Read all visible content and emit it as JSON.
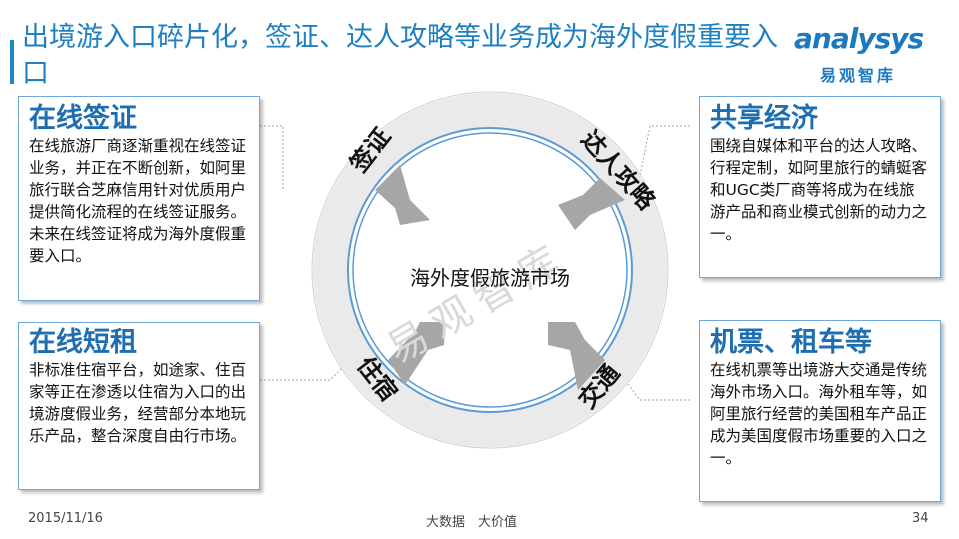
{
  "title": "出境游入口碎片化，签证、达人攻略等业务成为海外度假重要入口",
  "logo": {
    "main": "analysys",
    "sub": "易观智库"
  },
  "center_label": "海外度假旅游市场",
  "watermark": "易观智库",
  "ring_labels": {
    "top_left": "签证",
    "top_right": "达人攻略",
    "bottom_left": "住宿",
    "bottom_right": "交通"
  },
  "boxes": {
    "visa": {
      "title": "在线签证",
      "text": "在线旅游厂商逐渐重视在线签证业务，并正在不断创新，如阿里旅行联合芝麻信用针对优质用户提供简化流程的在线签证服务。未来在线签证将成为海外度假重要入口。"
    },
    "sharing": {
      "title": "共享经济",
      "text": "围绕自媒体和平台的达人攻略、行程定制，如阿里旅行的蜻蜓客和UGC类厂商等将成为在线旅游产品和商业模式创新的动力之一。"
    },
    "rental": {
      "title": "在线短租",
      "text": "非标准住宿平台，如途家、住百家等正在渗透以住宿为入口的出境游度假业务，经营部分本地玩乐产品，整合深度自由行市场。"
    },
    "transport": {
      "title": "机票、租车等",
      "text": "在线机票等出境游大交通是传统海外市场入口。海外租车等，如阿里旅行经营的美国租车产品正成为美国度假市场重要的入口之一。"
    }
  },
  "footer": {
    "date": "2015/11/16",
    "center": "大数据　大价值",
    "page": "34"
  },
  "colors": {
    "accent": "#1e7fc1",
    "arrow": "#a6a6a6",
    "ring": "#5b9bd5"
  }
}
